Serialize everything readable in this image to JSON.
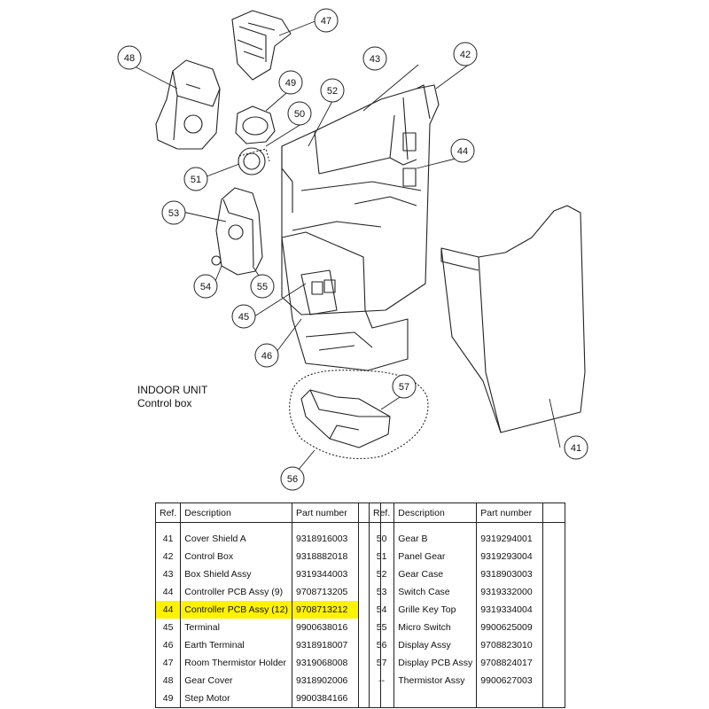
{
  "caption": {
    "line1": "INDOOR UNIT",
    "line2": "Control box"
  },
  "callouts": [
    "41",
    "42",
    "43",
    "44",
    "45",
    "46",
    "47",
    "48",
    "49",
    "50",
    "51",
    "52",
    "53",
    "54",
    "55",
    "56",
    "57"
  ],
  "table": {
    "headers": {
      "ref": "Ref.",
      "description": "Description",
      "part_number": "Part number"
    },
    "left": [
      {
        "ref": "41",
        "description": "Cover Shield A",
        "part_number": "9318916003"
      },
      {
        "ref": "42",
        "description": "Control Box",
        "part_number": "9318882018"
      },
      {
        "ref": "43",
        "description": "Box Shield Assy",
        "part_number": "9319344003"
      },
      {
        "ref": "44",
        "description": "Controller PCB Assy (9)",
        "part_number": "9708713205"
      },
      {
        "ref": "44",
        "description": "Controller PCB Assy (12)",
        "part_number": "9708713212",
        "highlight": true
      },
      {
        "ref": "45",
        "description": "Terminal",
        "part_number": "9900638016"
      },
      {
        "ref": "46",
        "description": "Earth Terminal",
        "part_number": "9318918007"
      },
      {
        "ref": "47",
        "description": "Room Thermistor Holder",
        "part_number": "9319068008"
      },
      {
        "ref": "48",
        "description": "Gear Cover",
        "part_number": "9318902006"
      },
      {
        "ref": "49",
        "description": "Step Motor",
        "part_number": "9900384166"
      }
    ],
    "right": [
      {
        "ref": "50",
        "description": "Gear B",
        "part_number": "9319294001"
      },
      {
        "ref": "51",
        "description": "Panel Gear",
        "part_number": "9319293004"
      },
      {
        "ref": "52",
        "description": "Gear Case",
        "part_number": "9318903003"
      },
      {
        "ref": "53",
        "description": "Switch Case",
        "part_number": "9319332000"
      },
      {
        "ref": "54",
        "description": "Grille Key Top",
        "part_number": "9319334004"
      },
      {
        "ref": "55",
        "description": "Micro Switch",
        "part_number": "9900625009"
      },
      {
        "ref": "56",
        "description": "Display Assy",
        "part_number": "9708823010"
      },
      {
        "ref": "57",
        "description": "Display PCB Assy",
        "part_number": "9708824017"
      },
      {
        "ref": "--",
        "description": "Thermistor Assy",
        "part_number": "9900627003"
      }
    ]
  },
  "colors": {
    "highlight": "#fff200",
    "line": "#222222"
  }
}
